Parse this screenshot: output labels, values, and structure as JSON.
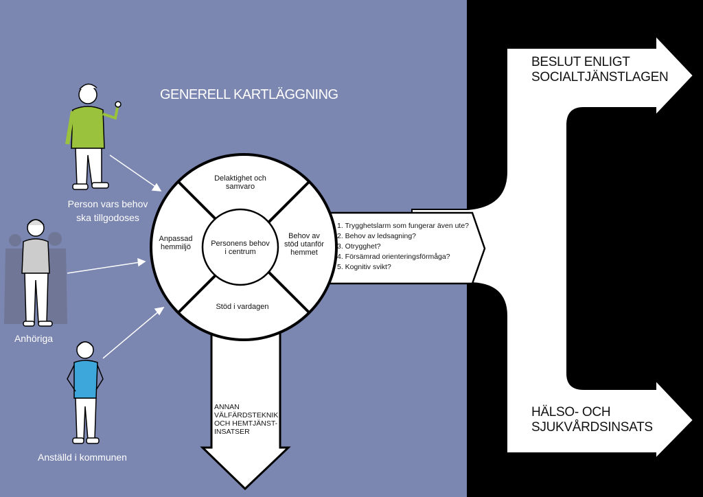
{
  "title": "GENERELL KARTLÄGGNING",
  "people": [
    {
      "label_line1": "Person vars behov",
      "label_line2": "ska tillgodoses"
    },
    {
      "label": "Anhöriga"
    },
    {
      "label": "Anställd i kommunen"
    }
  ],
  "wheel": {
    "center_line1": "Personens behov",
    "center_line2": "i centrum",
    "top_line1": "Delaktighet och",
    "top_line2": "samvaro",
    "left_line1": "Anpassad",
    "left_line2": "hemmiljö",
    "right_line1": "Behov av",
    "right_line2": "stöd utanför",
    "right_line3": "hemmet",
    "bottom": "Stöd i vardagen"
  },
  "questions": [
    "1. Trygghetslarm som fungerar även ute?",
    "2. Behov av ledsagning?",
    "3. Otrygghet?",
    "4. Försämrad orienteringsförmåga?",
    "5. Kognitiv svikt?"
  ],
  "down_arrow": [
    "ANNAN",
    "VÄLFÄRDSTEKNIK",
    "OCH HEMTJÄNST-",
    "INSATSER"
  ],
  "outcomes": {
    "top_line1": "BESLUT ENLIGT",
    "top_line2": "SOCIALTJÄNSTLAGEN",
    "bottom_line1": "HÄLSO- OCH",
    "bottom_line2": "SJUKVÅRDSINSATS"
  },
  "colors": {
    "background": "#7b86b1",
    "right_panel": "#000000",
    "arrows": "#ffffff",
    "jacket": "#9bc23c",
    "shirt": "#3da7dc"
  }
}
